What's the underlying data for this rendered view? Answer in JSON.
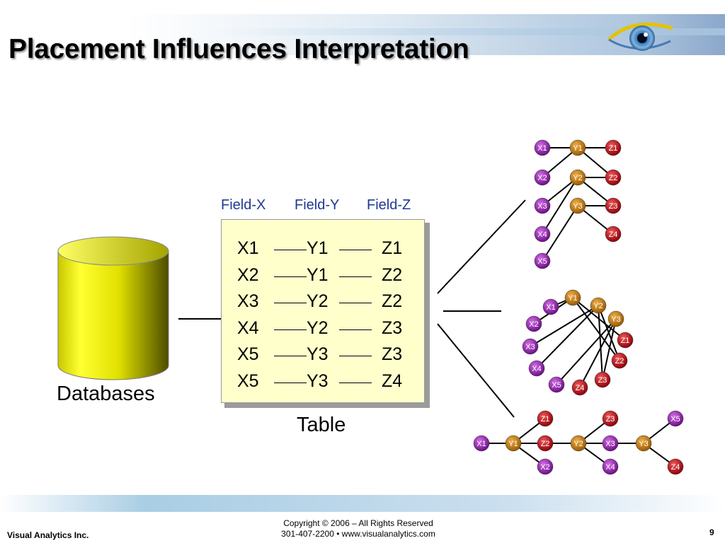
{
  "title": "Placement Influences Interpretation",
  "database_label": "Databases",
  "table_label": "Table",
  "fields": [
    "Field-X",
    "Field-Y",
    "Field-Z"
  ],
  "table_rows": [
    [
      "X1",
      "Y1",
      "Z1"
    ],
    [
      "X2",
      "Y1",
      "Z2"
    ],
    [
      "X3",
      "Y2",
      "Z2"
    ],
    [
      "X4",
      "Y2",
      "Z3"
    ],
    [
      "X5",
      "Y3",
      "Z3"
    ],
    [
      "X5",
      "Y3",
      "Z4"
    ]
  ],
  "colors": {
    "x_node": "#8e1ea6",
    "y_node": "#c27a10",
    "z_node": "#c4121c",
    "field_label": "#1f3a93",
    "table_fill": "#ffffcc",
    "cylinder": "#e6e600"
  },
  "graphs": {
    "aligned": {
      "nodes": [
        "X1",
        "Y1",
        "Z1",
        "X2",
        "Y2",
        "Z2",
        "X3",
        "Y3",
        "Z3",
        "X4",
        "Z4",
        "X5"
      ],
      "edges": [
        [
          "X1",
          "Y1"
        ],
        [
          "Y1",
          "Z1"
        ],
        [
          "X2",
          "Y1"
        ],
        [
          "Y1",
          "Z2"
        ],
        [
          "X3",
          "Y2"
        ],
        [
          "Y2",
          "Z2"
        ],
        [
          "X4",
          "Y2"
        ],
        [
          "Y2",
          "Z3"
        ],
        [
          "X5",
          "Y3"
        ],
        [
          "Y3",
          "Z3"
        ],
        [
          "Y3",
          "Z4"
        ]
      ]
    },
    "radial": {
      "nodes": [
        "Y1",
        "Y2",
        "X1",
        "Y3",
        "X2",
        "Z1",
        "X3",
        "Z2",
        "X4",
        "X5",
        "Z3",
        "Z4"
      ],
      "edges": [
        [
          "X1",
          "Y1"
        ],
        [
          "Y1",
          "Z1"
        ],
        [
          "X2",
          "Y1"
        ],
        [
          "Y1",
          "Z2"
        ],
        [
          "X3",
          "Y2"
        ],
        [
          "Y2",
          "Z2"
        ],
        [
          "X4",
          "Y2"
        ],
        [
          "Y2",
          "Z3"
        ],
        [
          "X5",
          "Y3"
        ],
        [
          "Y3",
          "Z3"
        ],
        [
          "Y3",
          "Z4"
        ]
      ]
    },
    "linear": {
      "nodes": [
        "Z1",
        "Z3",
        "X5",
        "X1",
        "Y1",
        "Z2",
        "Y2",
        "X3",
        "Y3",
        "X2",
        "X4",
        "Z4"
      ],
      "edges": [
        [
          "X1",
          "Y1"
        ],
        [
          "Y1",
          "Z1"
        ],
        [
          "Y1",
          "Z2"
        ],
        [
          "Y1",
          "X2"
        ],
        [
          "Z2",
          "Y2"
        ],
        [
          "Y2",
          "Z3"
        ],
        [
          "Y2",
          "X3"
        ],
        [
          "Y2",
          "X4"
        ],
        [
          "X3",
          "Y3"
        ],
        [
          "Y3",
          "X5"
        ],
        [
          "Y3",
          "Z4"
        ]
      ]
    }
  },
  "footer": {
    "company": "Visual Analytics Inc.",
    "copyright": "Copyright © 2006 – All Rights Reserved",
    "contact": "301-407-2200  •  www.visualanalytics.com",
    "page": "9"
  }
}
